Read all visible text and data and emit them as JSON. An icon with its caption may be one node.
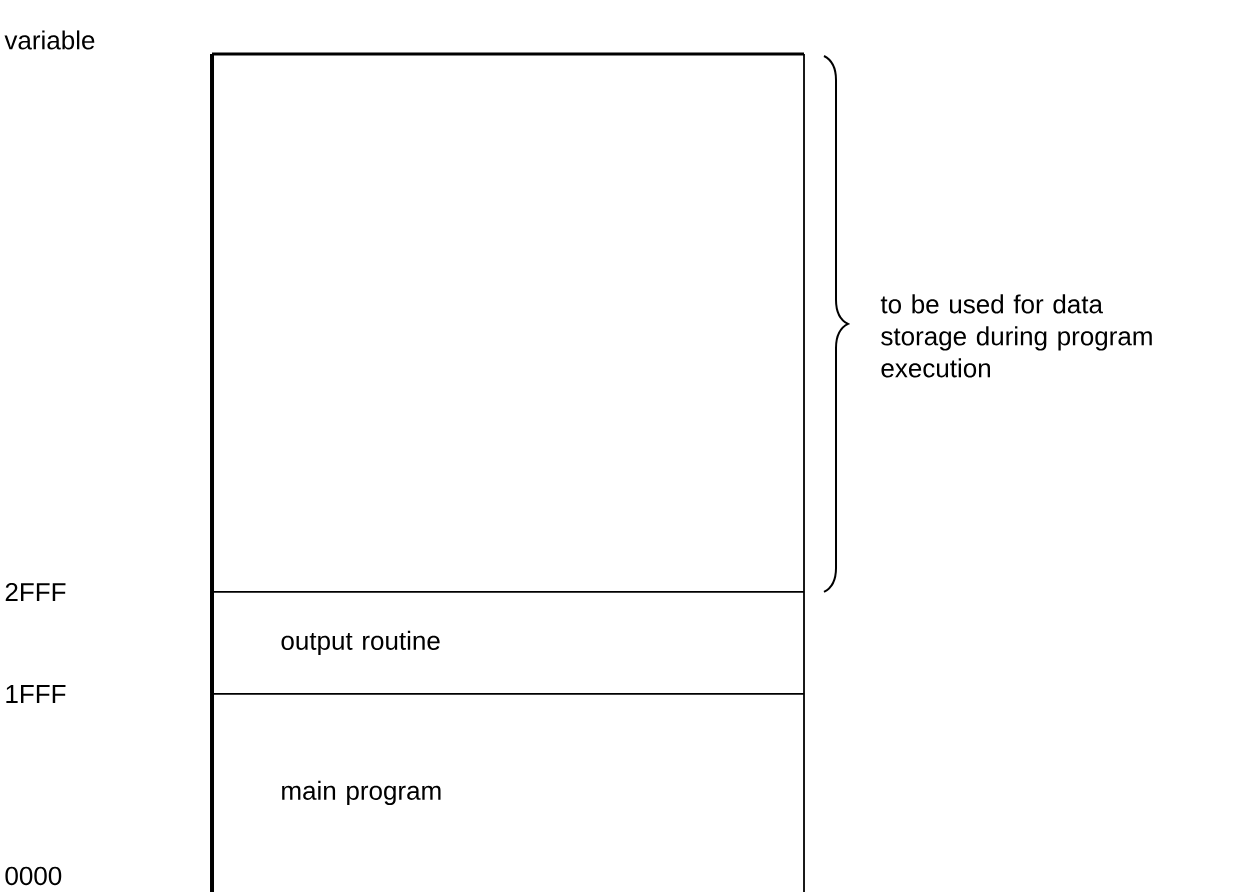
{
  "diagram": {
    "nodes": [
      {
        "text": [],
        "shape": "box"
      },
      {
        "text": [
          "output routine"
        ]
      },
      {
        "text": [
          "main program"
        ]
      }
    ],
    "labels": [
      "variable",
      "to be used for data storage during program execution",
      "2FFF",
      "1FFF",
      "0000"
    ]
  }
}
